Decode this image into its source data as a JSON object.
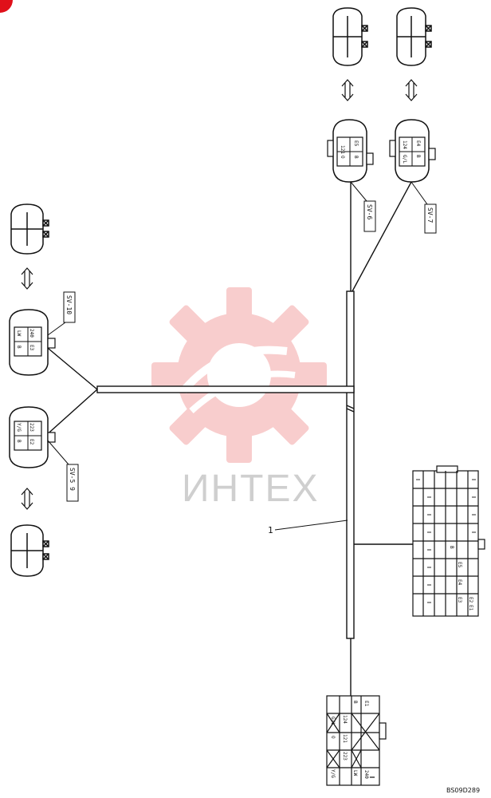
{
  "watermark": {
    "text": "ИНТЕХ",
    "gear_color": "#f4a6a6"
  },
  "callout": {
    "number": "1"
  },
  "drawing_code": "BS09D289",
  "connector_tags": {
    "sv6": "SV-6",
    "sv7": "SV-7",
    "sv10": "SV-10",
    "sv59": "SV-5 9"
  },
  "plugs": {
    "sv6": {
      "top": [
        "121",
        "E5"
      ],
      "bottom": [
        "O",
        "B"
      ]
    },
    "sv7": {
      "top": [
        "124",
        "E4"
      ],
      "bottom": [
        "G/L",
        "B"
      ]
    },
    "sv10": {
      "top": [
        "240",
        "E3"
      ],
      "bottom": [
        "LW",
        "B"
      ]
    },
    "sv59": {
      "top": [
        "223",
        "E2"
      ],
      "bottom": [
        "Y/G",
        "B"
      ]
    }
  },
  "right_block": {
    "label_mid": "B",
    "labels": [
      "E5",
      "E4",
      "E3",
      "E2",
      "E1"
    ]
  },
  "bottom_block": {
    "left_col": [
      "E1",
      "B"
    ],
    "wires": [
      "240",
      "223",
      "121",
      "124"
    ],
    "colors": [
      "LW",
      "Y/G",
      "O",
      "G/L"
    ]
  },
  "colors": {
    "line": "#111111",
    "accent": "#e0101a"
  }
}
